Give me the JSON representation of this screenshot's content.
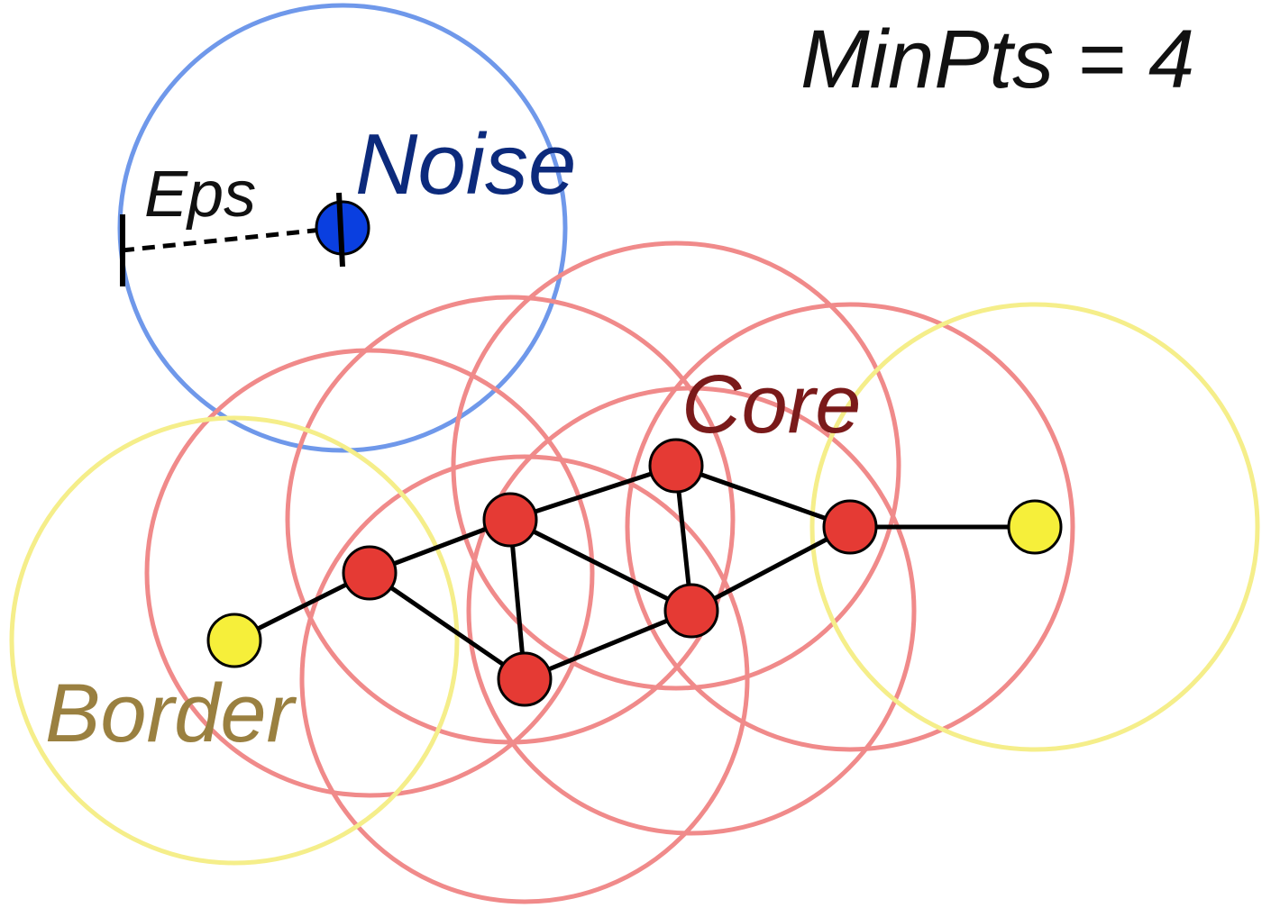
{
  "labels": {
    "minpts": "MinPts = 4",
    "noise": "Noise",
    "eps": "Eps",
    "core": "Core",
    "border": "Border"
  },
  "colors": {
    "noise_ring": "#6f98ea",
    "noise_point": "#0a3fe0",
    "noise_text": "#0c2a7c",
    "core_ring": "#f08a8a",
    "core_point": "#e53a34",
    "core_text": "#7a1a1a",
    "border_ring": "#f5ee8a",
    "border_point": "#f6ef3a",
    "border_text": "#9a8040",
    "text": "#111111"
  },
  "icons": {
    "point_shape": "filled-circle",
    "arrow_shape": "triangle-arrowhead"
  }
}
